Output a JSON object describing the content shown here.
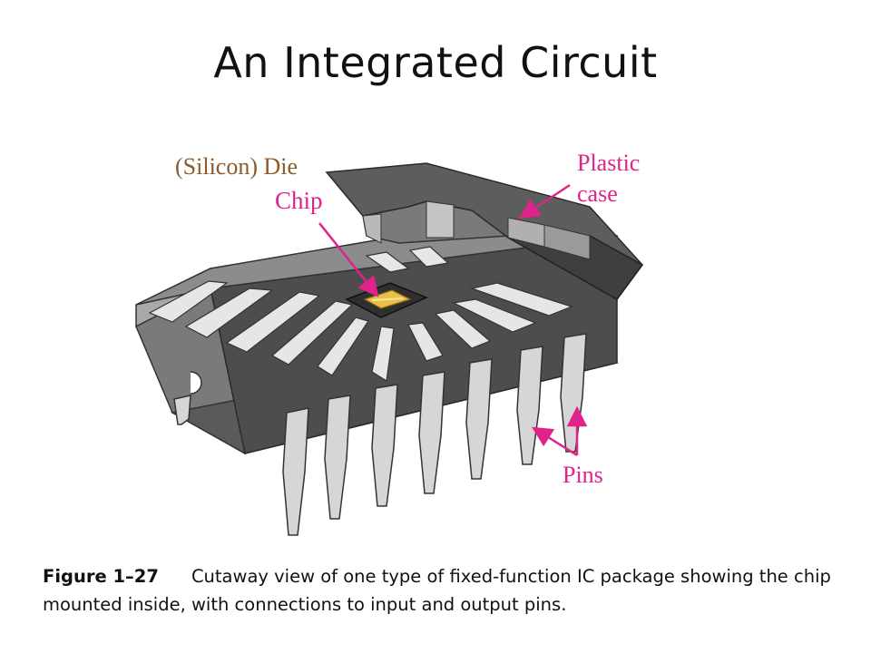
{
  "slide": {
    "title": "An Integrated Circuit"
  },
  "labels": {
    "die": "(Silicon) Die",
    "chip": "Chip",
    "plastic_line1": "Plastic",
    "plastic_line2": "case",
    "pins": "Pins"
  },
  "caption": {
    "figure_number": "Figure 1–27",
    "text": "Cutaway view of one type of fixed-function IC package showing the chip mounted inside, with connections to input and output pins."
  },
  "colors": {
    "die_label": "#8a5a2b",
    "callout": "#e0238c",
    "body_dark": "#4d4d4d",
    "body_mid": "#6e6e6e",
    "body_light": "#a9a9a9",
    "lead": "#e6e6e6",
    "chip": "#e8c04a"
  }
}
